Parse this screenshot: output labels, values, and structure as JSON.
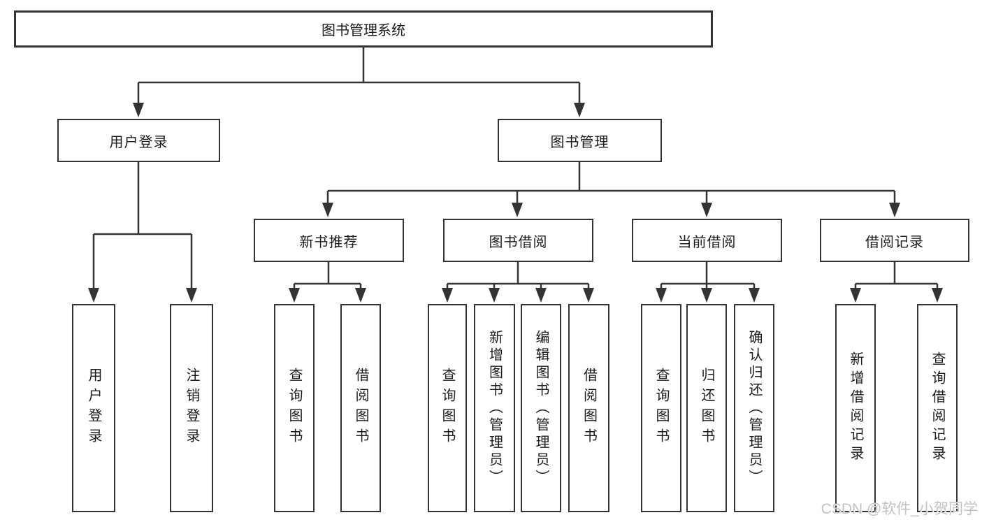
{
  "diagram": {
    "watermark": "CSDN @软件_小贺同学",
    "colors": {
      "line": "#333333",
      "box_border": "#333333",
      "text": "#1c1c1c",
      "background": "#ffffff",
      "watermark": "#c2c2c2"
    },
    "tree": {
      "label": "图书管理系统",
      "children": [
        {
          "label": "用户登录",
          "children": [
            {
              "label": "用户登录"
            },
            {
              "label": "注销登录"
            }
          ]
        },
        {
          "label": "图书管理",
          "children": [
            {
              "label": "新书推荐",
              "children": [
                {
                  "label": "查询图书"
                },
                {
                  "label": "借阅图书"
                }
              ]
            },
            {
              "label": "图书借阅",
              "children": [
                {
                  "label": "查询图书"
                },
                {
                  "label": "新增图书（管理员）"
                },
                {
                  "label": "编辑图书（管理员）"
                },
                {
                  "label": "借阅图书"
                }
              ]
            },
            {
              "label": "当前借阅",
              "children": [
                {
                  "label": "查询图书"
                },
                {
                  "label": "归还图书"
                },
                {
                  "label": "确认归还（管理员）"
                }
              ]
            },
            {
              "label": "借阅记录",
              "children": [
                {
                  "label": "新增借阅记录"
                },
                {
                  "label": "查询借阅记录"
                }
              ]
            }
          ]
        }
      ]
    }
  }
}
